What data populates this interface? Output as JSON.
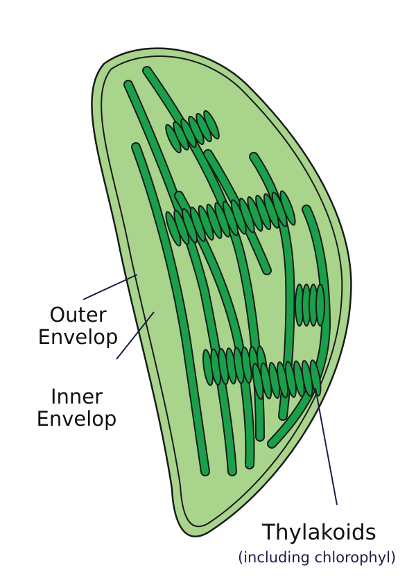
{
  "colors": {
    "stroma": "#a8d48c",
    "thylakoid": "#1aa04a",
    "outline": "#1a1a1a",
    "label": "#111111",
    "subtitle": "#1c1c4a"
  },
  "labels": {
    "outer_envelope": [
      "Outer",
      "Envelop"
    ],
    "inner_envelope": [
      "Inner",
      "Envelop"
    ],
    "thylakoids": "Thylakoids",
    "thylakoids_note": "(including chlorophyl)"
  }
}
